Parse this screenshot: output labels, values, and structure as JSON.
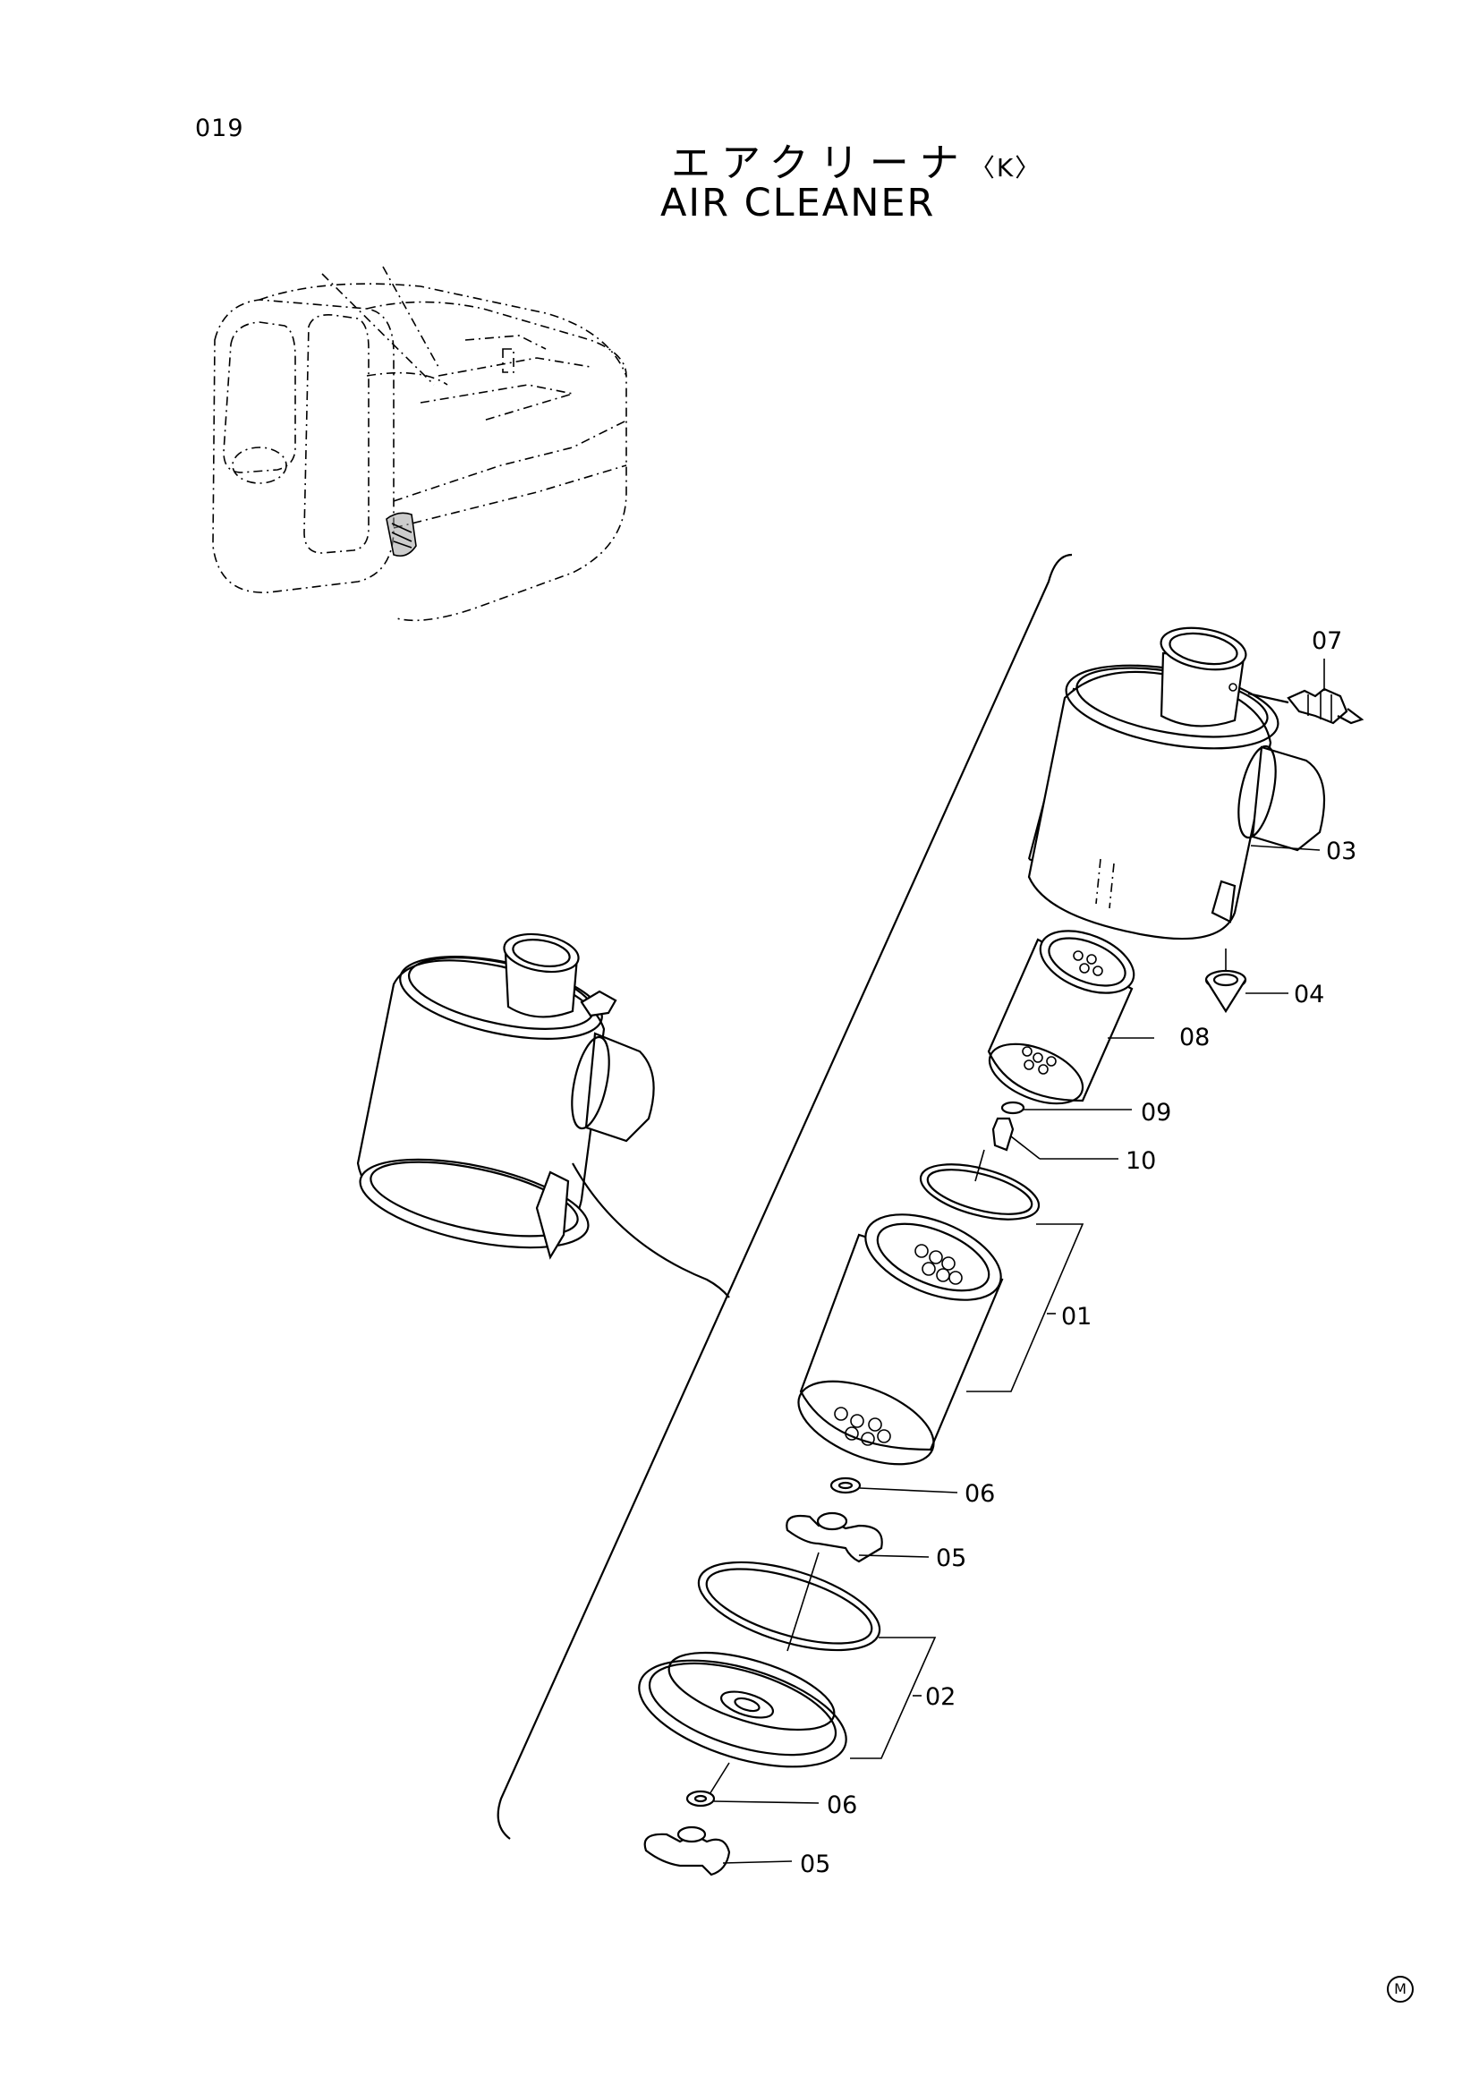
{
  "header": {
    "page_number": "019",
    "title_jp": "エアクリーナ",
    "title_jp_variant": "〈K〉",
    "title_en": "AIR CLEANER"
  },
  "callouts": {
    "c07": "07",
    "c03": "03",
    "c04": "04",
    "c08": "08",
    "c09": "09",
    "c10": "10",
    "c01": "01",
    "c06a": "06",
    "c05a": "05",
    "c02": "02",
    "c06b": "06",
    "c05b": "05"
  },
  "footer": {
    "mark": "M"
  }
}
